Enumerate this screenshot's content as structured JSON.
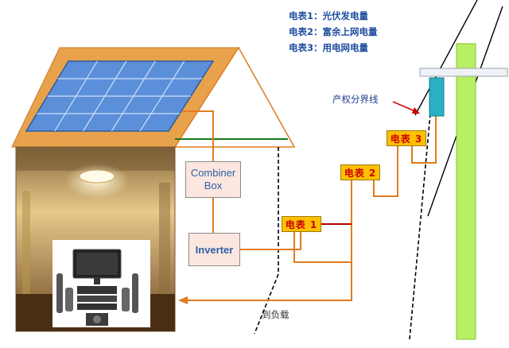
{
  "legend": [
    {
      "meter": "电表1",
      "desc": "光伏发电量"
    },
    {
      "meter": "电表2",
      "desc": "富余上网电量"
    },
    {
      "meter": "电表3",
      "desc": "用电网电量"
    }
  ],
  "legend_separator": "：",
  "combiner_box": {
    "line1": "Combiner",
    "line2": "Box"
  },
  "inverter": {
    "label": "Inverter"
  },
  "meters": {
    "m1": "电表 1",
    "m2": "电表 2",
    "m3": "电表 3"
  },
  "boundary_label": "产权分界线",
  "load_label": "到负载",
  "colors": {
    "wire": "#e07b1f",
    "panel": "#5b8fd9",
    "roof": "#e6a04f",
    "meter": "#ffc000",
    "meter_text": "#cc0000",
    "pole": "#b7f062",
    "grid_line": "#ff0000",
    "ground_line": "#1a7a1a"
  }
}
